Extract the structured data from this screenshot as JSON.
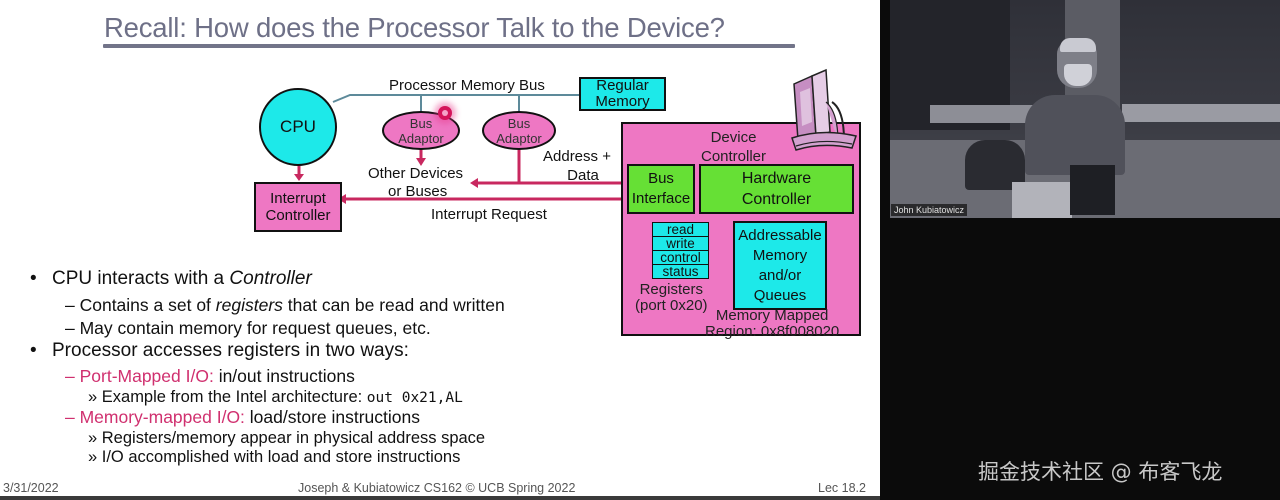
{
  "slide": {
    "title": "Recall: How does the Processor Talk to the Device?",
    "diagram": {
      "cpu": "CPU",
      "interrupt_controller": [
        "Interrupt",
        "Controller"
      ],
      "processor_memory_bus": "Processor Memory Bus",
      "regular_memory": [
        "Regular",
        "Memory"
      ],
      "bus_adaptor_1": [
        "Bus",
        "Adaptor"
      ],
      "bus_adaptor_2": [
        "Bus",
        "Adaptor"
      ],
      "other_devices": [
        "Other Devices",
        "or Buses"
      ],
      "address_data": [
        "Address +",
        "Data"
      ],
      "interrupt_request": "Interrupt Request",
      "device_controller": [
        "Device",
        "Controller"
      ],
      "bus_interface": [
        "Bus",
        "Interface"
      ],
      "hardware_controller": [
        "Hardware",
        "Controller"
      ],
      "registers": [
        "read",
        "write",
        "control",
        "status"
      ],
      "registers_label": [
        "Registers",
        "(port 0x20)"
      ],
      "addressable_memory": [
        "Addressable",
        "Memory",
        "and/or",
        "Queues"
      ],
      "memory_mapped_region": [
        "Memory Mapped",
        "Region: 0x8f008020"
      ]
    },
    "bullets": {
      "b1_prefix": "CPU interacts with a ",
      "b1_em": "Controller",
      "b1_sub1_prefix": "– Contains a set of ",
      "b1_sub1_em": "registers",
      "b1_sub1_suffix": " that can be read and written",
      "b1_sub2": "– May contain memory for request queues, etc.",
      "b2": "Processor accesses registers in two ways:",
      "b2_sub1_label": "– Port-Mapped I/O:",
      "b2_sub1_text": " in/out instructions",
      "b2_sub1_detail_prefix": "» Example from the Intel architecture: ",
      "b2_sub1_detail_code": "out 0x21,AL",
      "b2_sub2_label": "– Memory-mapped I/O:",
      "b2_sub2_text": " load/store instructions",
      "b2_sub2_detail1": "» Registers/memory appear in physical address space",
      "b2_sub2_detail2": "» I/O accomplished with load and store instructions",
      "bullet_char": "•"
    },
    "footer": {
      "date": "3/31/2022",
      "center": "Joseph & Kubiatowicz CS162 © UCB Spring 2022",
      "lecture": "Lec 18.2"
    }
  },
  "video": {
    "speaker_name": "John Kubiatowicz",
    "watermark": "掘金技术社区 @ 布客飞龙"
  },
  "colors": {
    "cyan": "#1de9e9",
    "pink": "#ee77c3",
    "green": "#66e035",
    "wire_red": "#c8285f",
    "bus_line": "#5d8a9a",
    "title": "#6e7087"
  }
}
